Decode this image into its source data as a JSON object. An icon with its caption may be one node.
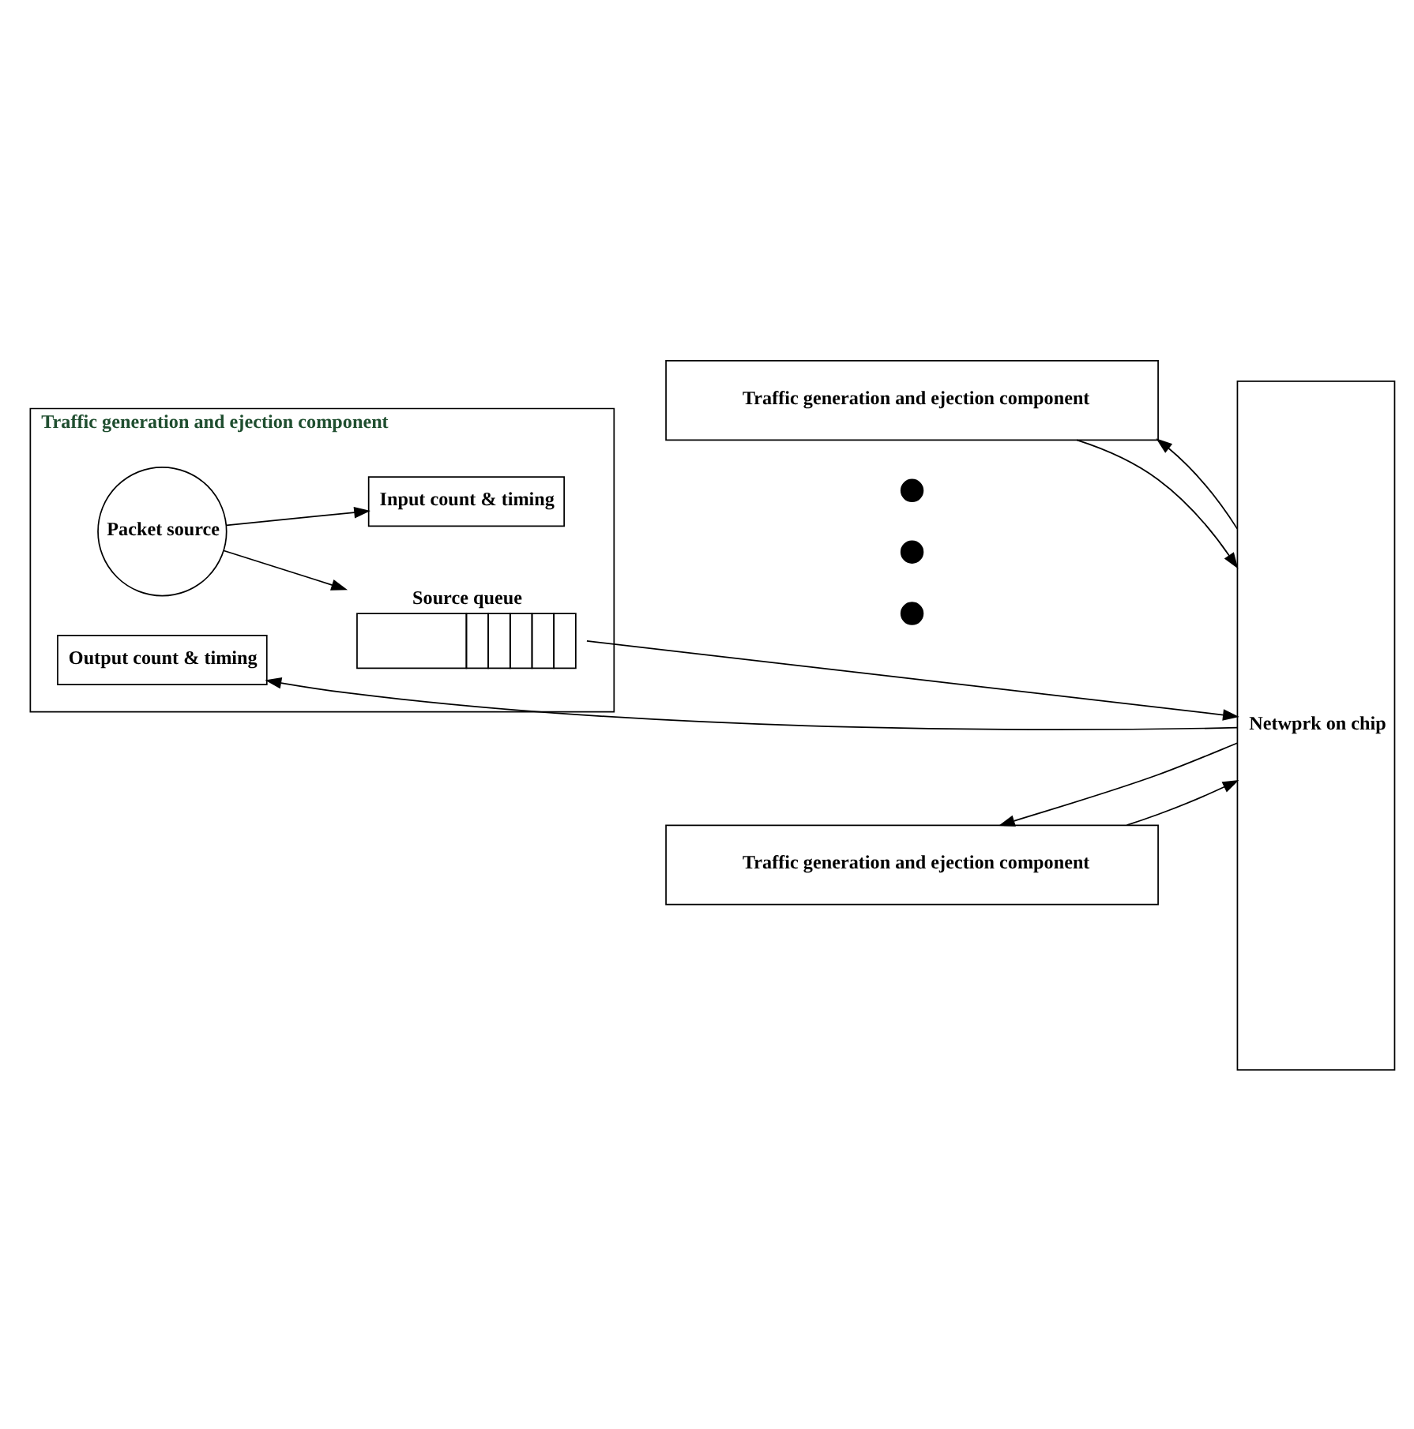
{
  "diagram": {
    "nodes": [
      {
        "text": [
          "Traffic generation and ejection component"
        ]
      },
      {
        "text": [
          "Packet source"
        ],
        "in": 0
      },
      {
        "text": [
          "Input count & timing"
        ],
        "in": 0
      },
      {
        "text": [
          "Source queue"
        ],
        "in": 0
      },
      {
        "text": [
          "Output count & timing"
        ],
        "in": 0
      },
      {
        "text": [
          "Netwprk on chip"
        ]
      },
      {
        "text": [
          "Traffic generation and ejection component"
        ]
      },
      {
        "text": [],
        "shape": "circle"
      },
      {
        "text": [],
        "shape": "circle"
      },
      {
        "text": [],
        "shape": "circle"
      },
      {
        "text": [
          "Traffic generation and ejection component"
        ]
      }
    ],
    "edges": [
      {
        "from": 1,
        "to": 2,
        "arrow": "to"
      },
      {
        "from": 1,
        "to": 3,
        "arrow": "to"
      },
      {
        "from": 3,
        "to": 5,
        "arrow": "to"
      },
      {
        "from": 5,
        "to": 4,
        "arrow": "to"
      },
      {
        "from": 6,
        "to": 5,
        "arrow": "to"
      },
      {
        "from": 5,
        "to": 6,
        "arrow": "to"
      },
      {
        "from": 10,
        "to": 5,
        "arrow": "to"
      },
      {
        "from": 5,
        "to": 10,
        "arrow": "to"
      }
    ]
  }
}
